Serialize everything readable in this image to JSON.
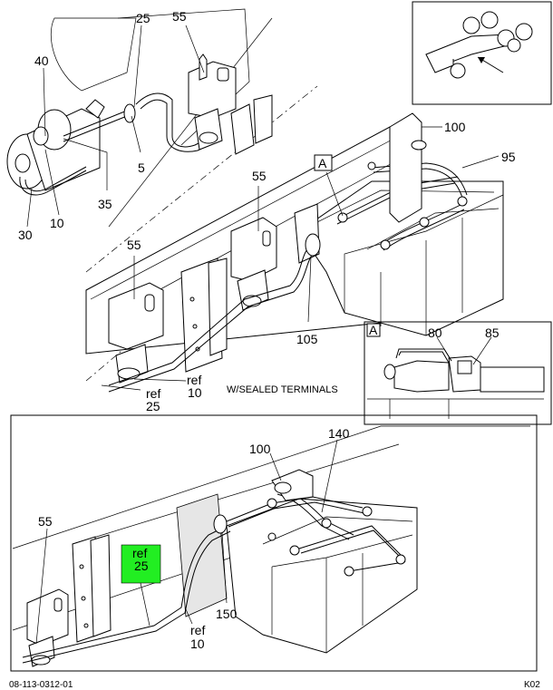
{
  "callouts": {
    "c25_top": "25",
    "c55_top": "55",
    "c40": "40",
    "c5": "5",
    "c35": "35",
    "c10": "10",
    "c30": "30",
    "c100_top": "100",
    "c95": "95",
    "cA_top": "A",
    "c55_mid": "55",
    "c55_left": "55",
    "c105": "105",
    "ref10_mid_a": "ref",
    "ref10_mid_b": "10",
    "ref25_mid_a": "ref",
    "ref25_mid_b": "25",
    "note": "W/SEALED TERMINALS",
    "cA_detail": "A",
    "c80": "80",
    "c85": "85",
    "c100_bot": "100",
    "c140": "140",
    "c55_bot": "55",
    "ref25_bot_a": "ref",
    "ref25_bot_b": "25",
    "c150": "150",
    "ref10_bot_a": "ref",
    "ref10_bot_b": "10"
  },
  "highlight_color": "#22ee22",
  "footer": {
    "left": "08-113-0312-01",
    "right": "K02"
  }
}
